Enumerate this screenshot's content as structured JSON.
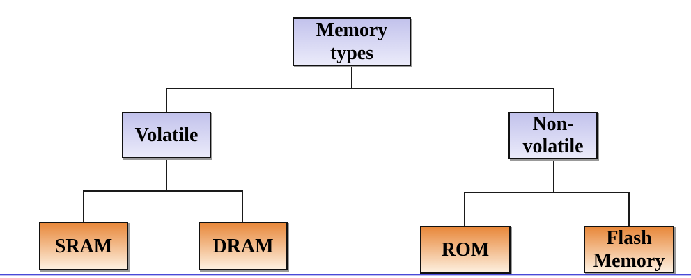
{
  "diagram": {
    "title": "Memory types tree",
    "nodes": {
      "root": {
        "label": "Memory types",
        "lines": [
          "Memory",
          "types"
        ]
      },
      "volatile": {
        "label": "Volatile",
        "lines": [
          "Volatile"
        ]
      },
      "nonvolatile": {
        "label": "Non-volatile",
        "lines": [
          "Non-",
          "volatile"
        ]
      },
      "sram": {
        "label": "SRAM",
        "lines": [
          "SRAM"
        ]
      },
      "dram": {
        "label": "DRAM",
        "lines": [
          "DRAM"
        ]
      },
      "rom": {
        "label": "ROM",
        "lines": [
          "ROM"
        ]
      },
      "flash": {
        "label": "Flash Memory",
        "lines": [
          "Flash",
          "Memory"
        ]
      }
    },
    "colors": {
      "blue_box_top": "#c2c2ec",
      "blue_box_bottom": "#ebebfa",
      "orange_box_top": "#e8883b",
      "orange_box_bottom": "#fdf0e0",
      "box_border": "#111111",
      "connector": "#1a1a1a",
      "shadow": "#999999",
      "bottom_rule": "#4a4ad8",
      "bottom_rule_light": "#bdbdf0"
    }
  }
}
